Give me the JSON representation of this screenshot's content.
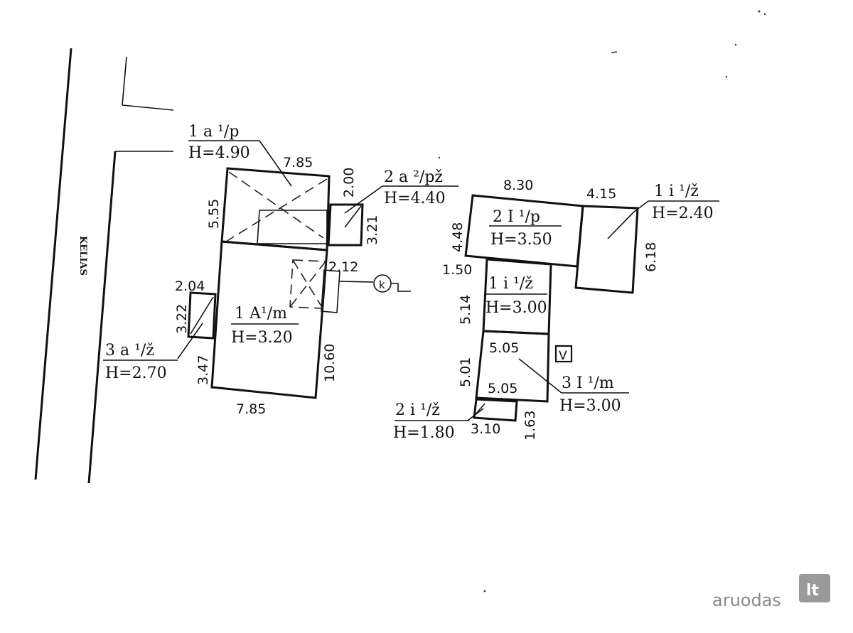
{
  "road_label": "KELIAS",
  "buildings": [
    {
      "id": "1a",
      "label": "1 a ¹/p",
      "height": "H=4.90"
    },
    {
      "id": "2a",
      "label": "2 a ²/pž",
      "height": "H=4.40"
    },
    {
      "id": "3a",
      "label": "3 a ¹/ž",
      "height": "H=2.70"
    },
    {
      "id": "1A",
      "label": "1 A¹/m",
      "height": "H=3.20"
    },
    {
      "id": "2I",
      "label": "2 I ¹/p",
      "height": "H=3.50"
    },
    {
      "id": "1i_right",
      "label": "1 i ¹/ž",
      "height": "H=2.40"
    },
    {
      "id": "1i_mid",
      "label": "1 i ¹/ž",
      "height": "H=3.00"
    },
    {
      "id": "3I",
      "label": "3 I ¹/m",
      "height": "H=3.00"
    },
    {
      "id": "2i",
      "label": "2 i ¹/ž",
      "height": "H=1.80"
    }
  ],
  "dimensions": {
    "d1a_width": "7.85",
    "d1a_depth": "5.55",
    "d2a_width": "2.00",
    "d2a_depth": "3.21",
    "d1A_neck": "2.12",
    "d3a_width": "2.04",
    "d3a_depth": "3.22",
    "d1A_side": "3.47",
    "d1A_depth": "10.60",
    "d1A_width": "7.85",
    "d2I_width": "8.30",
    "d1i_right_width": "4.15",
    "d2I_depth": "4.48",
    "d1i_right_depth": "6.18",
    "d1i_mid_width": "1.50",
    "d1i_mid_depth": "5.14",
    "d3I_top": "5.05",
    "d3I_depth": "5.01",
    "d3I_bottom": "5.05",
    "d2i_width": "3.10",
    "d2i_depth": "1.63"
  },
  "markers": {
    "well": "k",
    "v_box": "V"
  },
  "watermark": {
    "text": "aruodas",
    "suffix": "lt"
  }
}
